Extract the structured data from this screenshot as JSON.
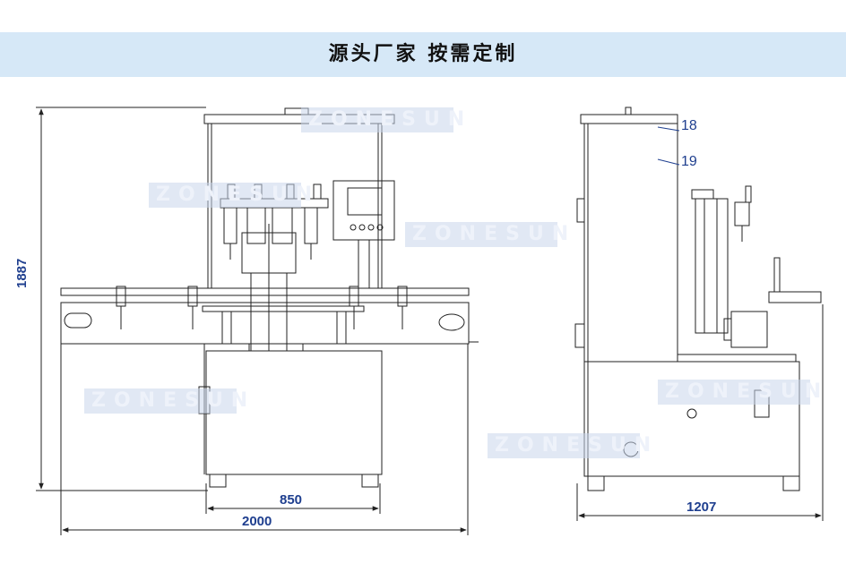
{
  "banner": {
    "title": "源头厂家 按需定制",
    "background": "#d6e8f7"
  },
  "watermark": {
    "text": "ZONESUN"
  },
  "dimensions": {
    "height": "1887",
    "base_width": "850",
    "total_width": "2000",
    "side_depth": "1207"
  },
  "callouts": {
    "part_a": "18",
    "part_b": "19"
  },
  "colors": {
    "line": "#222222",
    "dimension": "#1f3f8f"
  }
}
